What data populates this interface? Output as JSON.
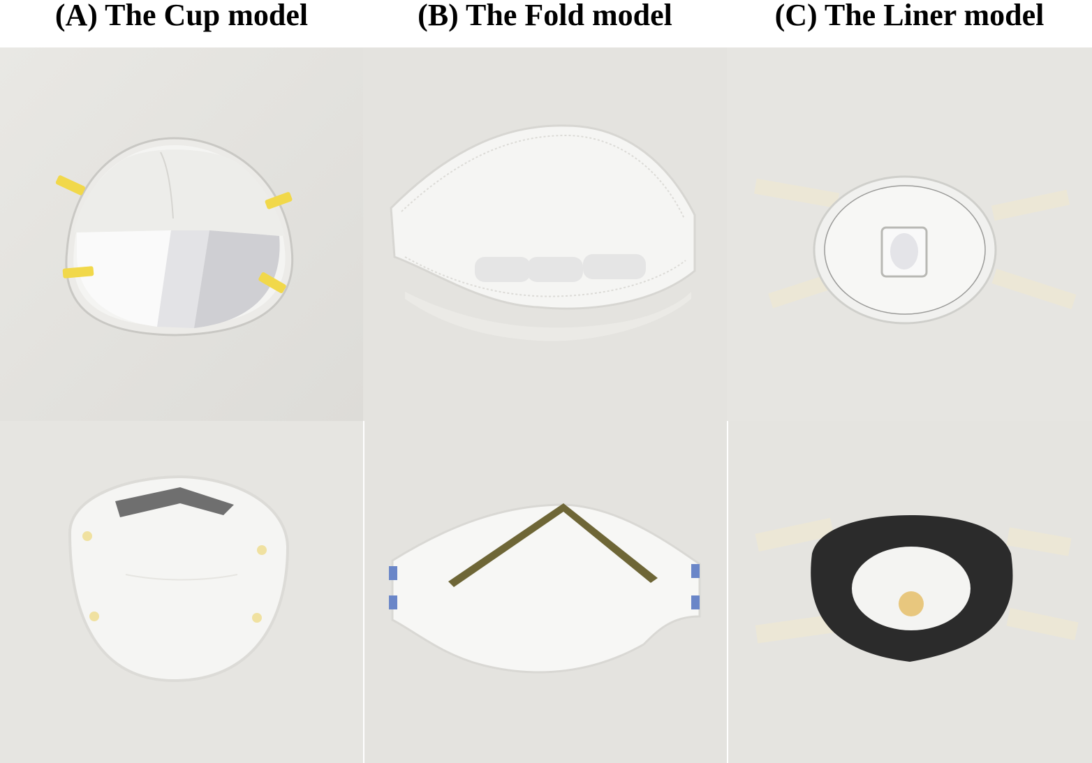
{
  "figure": {
    "columns": [
      {
        "id": "a",
        "caption": "(A) The Cup model"
      },
      {
        "id": "b",
        "caption": "(B) The Fold model"
      },
      {
        "id": "c",
        "caption": "(C) The Liner model"
      }
    ]
  },
  "colors": {
    "background": "#ffffff",
    "photo_background": "#e6e5e1",
    "strap_yellow": "#f1d84a",
    "foam_gray": "#6f6f6f",
    "liner_black": "#2b2b2b",
    "strap_cream": "#ece7d6",
    "clip_blue": "#6a86c8",
    "nose_strip_olive": "#6e6636",
    "valve_yellow": "#e8c77e"
  }
}
